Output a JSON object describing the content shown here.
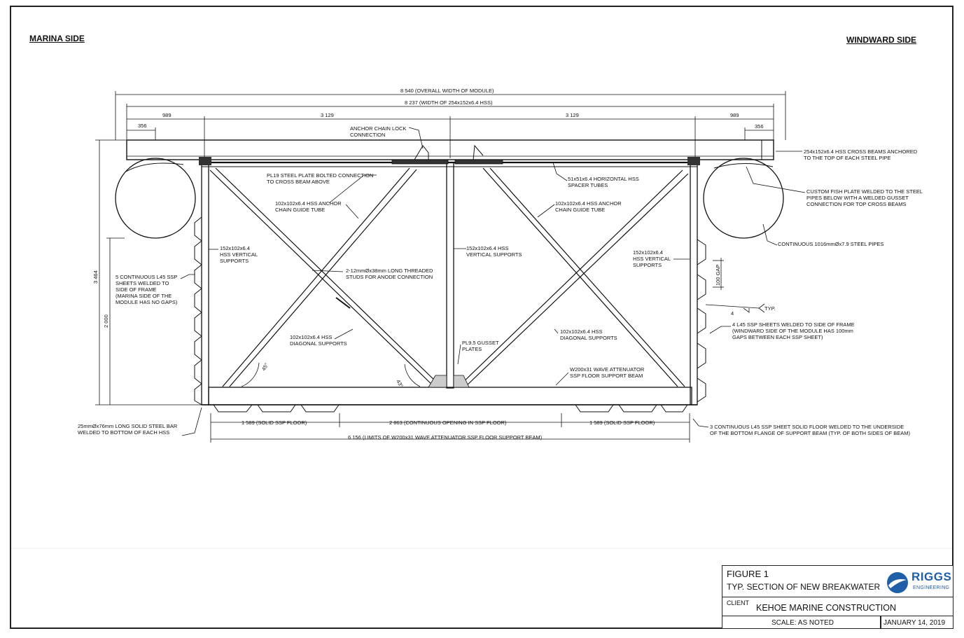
{
  "sides": {
    "left": "MARINA SIDE",
    "right": "WINDWARD SIDE"
  },
  "dimensions": {
    "overall": "8 540 (OVERALL WIDTH OF MODULE)",
    "hss_width": "8 237 (WIDTH OF 254x152x6.4 HSS)",
    "seg_left_989": "989",
    "seg_3129_a": "3 129",
    "seg_3129_b": "3 129",
    "seg_right_989": "989",
    "seg_left_356": "356",
    "seg_right_356": "356",
    "height_3464": "3 464",
    "height_2000": "2 000",
    "gap_100": "100 GAP",
    "floor_left": "1 589 (SOLID SSP FLOOR)",
    "floor_opening": "2 863 (CONTINUOUS OPENING IN SSP FLOOR)",
    "floor_right": "1 589 (SOLID SSP FLOOR)",
    "beam_limits": "6 156 (LIMITS OF W200x31 WAVE ATTENUATOR SSP FLOOR SUPPORT BEAM)",
    "angle_a": "45°",
    "angle_b": "43°",
    "weld_typ": "TYP.",
    "weld_size": "4"
  },
  "notes": {
    "anchor_lock": [
      "ANCHOR CHAIN LOCK",
      "CONNECTION"
    ],
    "cross_beam": [
      "254x152x6.4 HSS CROSS BEAMS ANCHORED",
      "TO THE TOP OF EACH STEEL PIPE"
    ],
    "pl19": [
      "PL19 STEEL PLATE BOLTED CONNECTION",
      "TO CROSS BEAM ABOVE"
    ],
    "spacer": [
      "51x51x6.4 HORIZONTAL HSS",
      "SPACER TUBES"
    ],
    "fish_plate": [
      "CUSTOM FISH PLATE WELDED TO THE STEEL",
      "PIPES BELOW WITH A WELDED GUSSET",
      "CONNECTION FOR TOP CROSS BEAMS"
    ],
    "anchor_tube_l": [
      "102x102x6.4 HSS ANCHOR",
      "CHAIN GUIDE TUBE"
    ],
    "anchor_tube_r": [
      "102x102x6.4 HSS ANCHOR",
      "CHAIN GUIDE TUBE"
    ],
    "steel_pipes": [
      "CONTINUOUS 1016mmØx7.9 STEEL PIPES"
    ],
    "vert_l": [
      "152x102x6.4",
      "HSS VERTICAL",
      "SUPPORTS"
    ],
    "vert_m": [
      "152x102x6.4 HSS",
      "VERTICAL SUPPORTS"
    ],
    "vert_r": [
      "152x102x6.4",
      "HSS VERTICAL",
      "SUPPORTS"
    ],
    "ssp_left": [
      "5 CONTINUOUS L45 SSP",
      "SHEETS WELDED TO",
      "SIDE OF FRAME",
      "(MARINA SIDE OF THE",
      "MODULE HAS NO GAPS)"
    ],
    "studs": [
      "2-12mmØx38mm LONG THREADED",
      "STUDS FOR ANODE CONNECTION"
    ],
    "ssp_right": [
      "4 L45 SSP SHEETS WELDED TO SIDE OF FRAME",
      "(WINDWARD SIDE OF THE MODULE HAS 100mm",
      "GAPS BETWEEN EACH SSP SHEET)"
    ],
    "diag_l": [
      "102x102x6.4 HSS",
      "DIAGONAL SUPPORTS"
    ],
    "diag_r": [
      "102x102x6.4 HSS",
      "DIAGONAL SUPPORTS"
    ],
    "gusset": [
      "PL9.5 GUSSET",
      "PLATES"
    ],
    "wave_beam": [
      "W200x31 WAVE ATTENUATOR",
      "SSP FLOOR SUPPORT BEAM"
    ],
    "steel_bar": [
      "25mmØx76mm LONG SOLID STEEL BAR",
      "WELDED TO BOTTOM OF EACH HSS"
    ],
    "ssp_floor": [
      "3 CONTINUOUS L45 SSP SHEET SOLID FLOOR WELDED TO THE UNDERSIDE",
      "OF THE BOTTOM FLANGE OF SUPPORT BEAM (TYP. OF BOTH SIDES OF BEAM)"
    ]
  },
  "title_block": {
    "figure": "FIGURE 1",
    "title": "TYP. SECTION OF NEW BREAKWATER",
    "client_label": "CLIENT",
    "client": "KEHOE MARINE CONSTRUCTION",
    "scale": "SCALE: AS NOTED",
    "date": "JANUARY 14, 2019",
    "logo_main": "RIGGS",
    "logo_sub": "ENGINEERING"
  },
  "colors": {
    "ink": "#111111",
    "logo": "#1f5fa8"
  }
}
